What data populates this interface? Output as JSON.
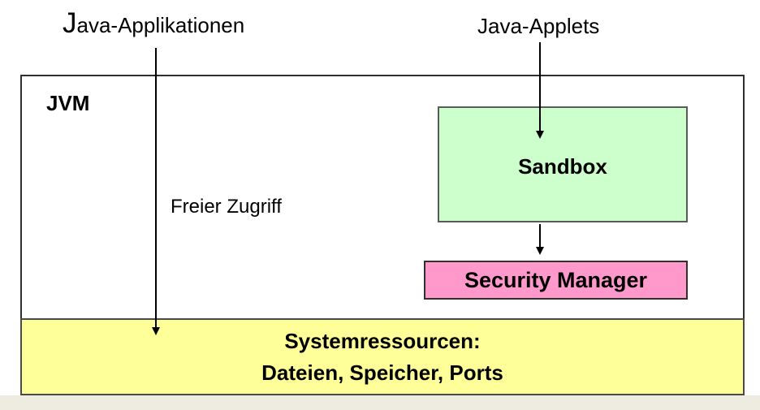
{
  "diagram": {
    "title_left": {
      "first_letter": "J",
      "rest": "ava-Applikationen"
    },
    "title_right": "Java-Applets",
    "jvm_label": "JVM",
    "free_access_label": "Freier Zugriff",
    "sandbox_label": "Sandbox",
    "security_manager_label": "Security Manager",
    "resources_line1": "Systemressourcen:",
    "resources_line2": "Dateien, Speicher, Ports",
    "colors": {
      "background": "#ffffff",
      "bottom_strip": "#eeece0",
      "sandbox": "#ccffcc",
      "security_manager": "#ff99cc",
      "resources": "#ffff99",
      "border_dark": "#2f2f2f",
      "border_mid": "#4a4a4a",
      "border_gray": "#5a5a5a",
      "arrow": "#000000"
    }
  }
}
